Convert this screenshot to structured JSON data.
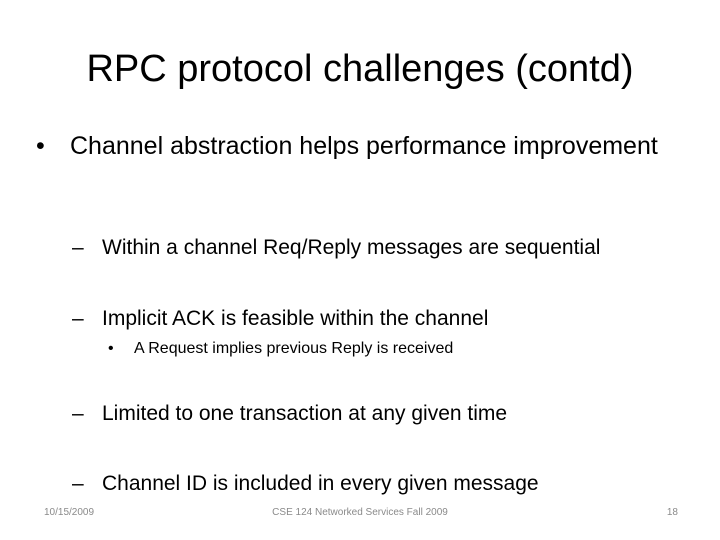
{
  "slide": {
    "title": "RPC protocol challenges (contd)",
    "bullet_symbol": "•",
    "dash_symbol": "–",
    "main_point": "Channel abstraction helps performance improvement",
    "sub_points": [
      "Within a channel Req/Reply messages are sequential",
      "Implicit ACK is feasible within the channel",
      "Limited to one transaction at any given time",
      "Channel ID is included in every given message"
    ],
    "sub_sub_point": "A Request implies previous Reply is received"
  },
  "footer": {
    "date": "10/15/2009",
    "course": "CSE 124 Networked Services Fall 2009",
    "page": "18"
  }
}
